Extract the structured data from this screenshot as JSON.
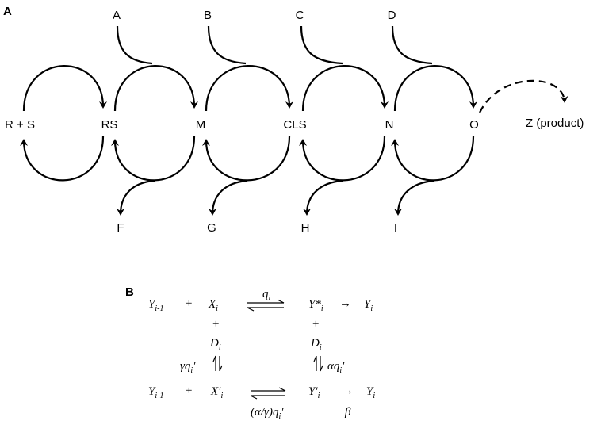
{
  "panel_a": {
    "label": "A",
    "nodes": [
      "R + S",
      "RS",
      "M",
      "CLS",
      "N",
      "O"
    ],
    "inputs": [
      "A",
      "B",
      "C",
      "D"
    ],
    "outputs": [
      "F",
      "G",
      "H",
      "I"
    ],
    "product": "Z (product)"
  },
  "panel_b": {
    "label": "B",
    "row1": {
      "y_prev": "Y",
      "y_prev_sub": "i-1",
      "plus": "+",
      "x": "X",
      "x_sub": "i",
      "rate_q": "q",
      "rate_q_sub": "i",
      "y_star": "Y*",
      "y_star_sub": "i",
      "arrow": "→",
      "y": "Y",
      "y_sub": "i"
    },
    "plus_left": "+",
    "plus_right": "+",
    "d_left": "D",
    "d_left_sub": "i",
    "d_right": "D",
    "d_right_sub": "i",
    "rate_gamma": "γq",
    "rate_gamma_suffix": "′",
    "rate_alpha": "αq",
    "rate_alpha_suffix": "′",
    "rate_sub": "i",
    "row3": {
      "y_prev": "Y",
      "y_prev_sub": "i-1",
      "plus": "+",
      "x": "X′",
      "x_sub": "i",
      "y_prime": "Y′",
      "y_prime_sub": "i",
      "arrow": "→",
      "y": "Y",
      "y_sub": "i",
      "rate_low_prefix": "(α/γ)q",
      "rate_low_sub": "i",
      "rate_low_suffix": "′",
      "beta": "β"
    }
  }
}
